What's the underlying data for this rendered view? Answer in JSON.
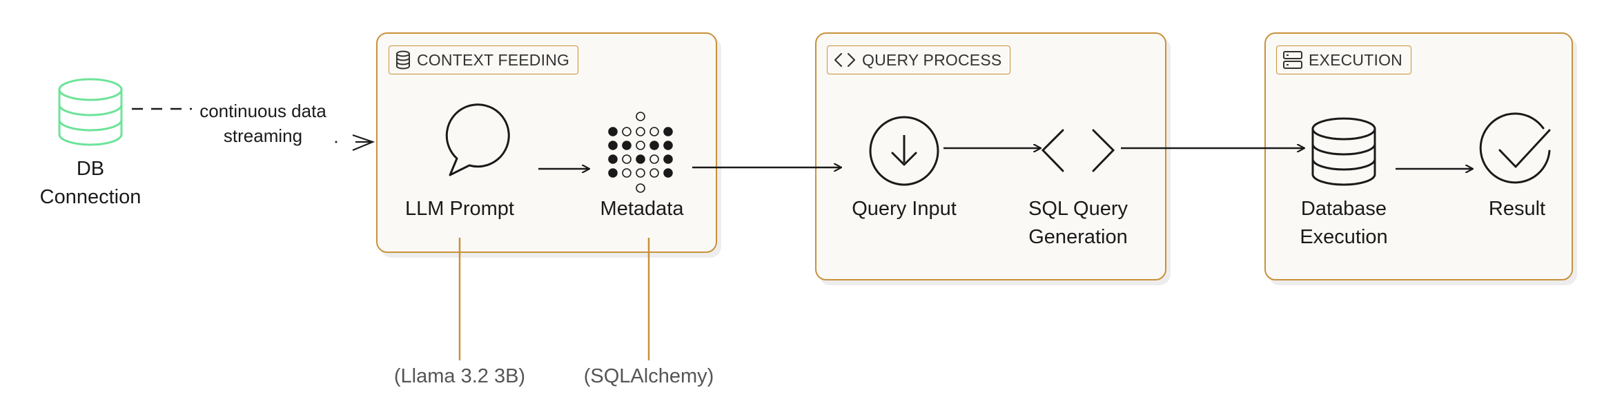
{
  "source": {
    "label_line1": "DB",
    "label_line2": "Connection",
    "edge_label_line1": "continuous data",
    "edge_label_line2": "streaming"
  },
  "groups": [
    {
      "header": "CONTEXT FEEDING",
      "header_icon": "database-icon",
      "nodes": [
        {
          "label_line1": "LLM Prompt",
          "icon": "speech-bubble-icon",
          "note": "(Llama 3.2 3B)"
        },
        {
          "label_line1": "Metadata",
          "icon": "dot-matrix-icon",
          "note": "(SQLAlchemy)"
        }
      ]
    },
    {
      "header": "QUERY PROCESS",
      "header_icon": "code-brackets-icon",
      "nodes": [
        {
          "label_line1": "Query Input",
          "icon": "arrow-down-circle-icon"
        },
        {
          "label_line1": "SQL Query",
          "label_line2": "Generation",
          "icon": "angle-brackets-icon"
        }
      ]
    },
    {
      "header": "EXECUTION",
      "header_icon": "server-icon",
      "nodes": [
        {
          "label_line1": "Database",
          "label_line2": "Execution",
          "icon": "database-icon"
        },
        {
          "label_line1": "Result",
          "icon": "check-circle-icon"
        }
      ]
    }
  ],
  "colors": {
    "panel_border": "#c8913a",
    "panel_fill": "#fbf9f5",
    "source_icon": "#6ee39a",
    "stroke": "#1a1a1a"
  }
}
